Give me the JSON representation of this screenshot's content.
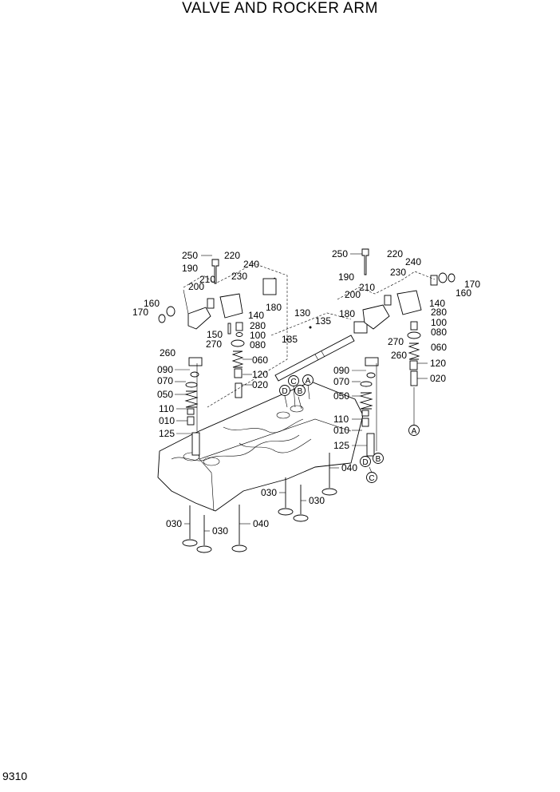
{
  "header": {
    "title": "VALVE AND ROCKER ARM"
  },
  "footer": {
    "page_number": "9310"
  },
  "callouts": [
    "250",
    "220",
    "240",
    "190",
    "210",
    "230",
    "200",
    "180",
    "160",
    "170",
    "140",
    "150",
    "280",
    "100",
    "270",
    "080",
    "260",
    "060",
    "090",
    "120",
    "070",
    "020",
    "050",
    "110",
    "010",
    "125",
    "130",
    "135",
    "135",
    "180",
    "250",
    "220",
    "240",
    "230",
    "190",
    "210",
    "200",
    "170",
    "160",
    "140",
    "280",
    "080",
    "100",
    "270",
    "060",
    "260",
    "090",
    "120",
    "070",
    "020",
    "050",
    "110",
    "010",
    "125",
    "040",
    "030",
    "030",
    "030",
    "030",
    "040"
  ],
  "reference_circles": [
    "A",
    "B",
    "C",
    "D",
    "A",
    "D",
    "B",
    "C"
  ]
}
